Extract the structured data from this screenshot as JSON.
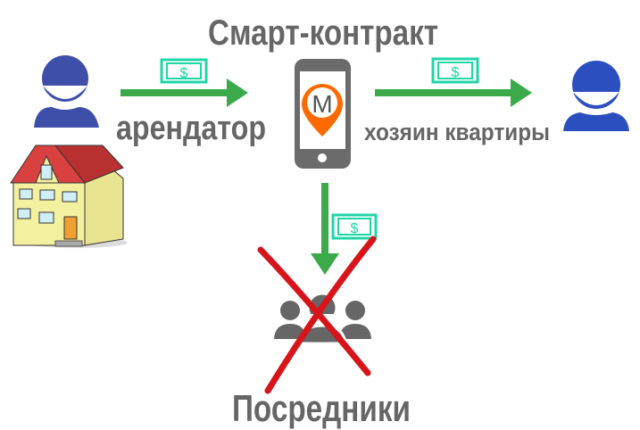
{
  "title": "Смарт-контракт",
  "tenant_label": "арендатор",
  "owner_label": "хозяин квартиры",
  "intermediaries_label": "Посредники",
  "bill_symbol": "$",
  "phone_logo_letter": "M",
  "colors": {
    "text": "#666666",
    "arrow": "#3caa4a",
    "bill": "#1fd6a6",
    "person_tenant": "#3d4fa8",
    "person_owner": "#2c4fbf",
    "phone": "#6b6b6b",
    "pin": "#ff6a00",
    "cross": "#d8141b",
    "group": "#666666"
  }
}
